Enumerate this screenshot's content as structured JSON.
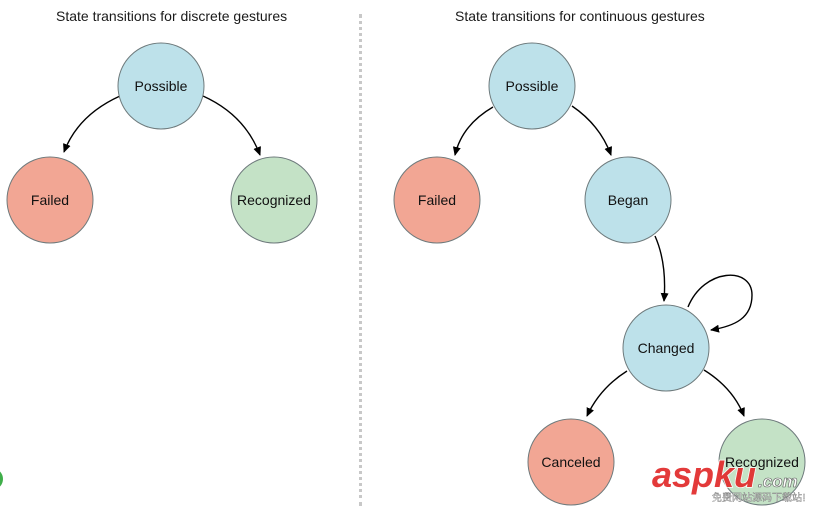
{
  "diagrams": {
    "discrete": {
      "title": "State transitions for discrete gestures",
      "states": {
        "possible": "Possible",
        "failed": "Failed",
        "recognized": "Recognized"
      }
    },
    "continuous": {
      "title": "State transitions for continuous gestures",
      "states": {
        "possible": "Possible",
        "failed": "Failed",
        "began": "Began",
        "changed": "Changed",
        "canceled": "Canceled",
        "recognized": "Recognized"
      }
    }
  },
  "colors": {
    "blue_state": "#bde1ea",
    "red_state": "#f2a694",
    "green_state": "#c4e2c6",
    "stroke": "#6e7a7c",
    "arrow": "#000000",
    "watermark_red": "#e23030"
  },
  "watermark": {
    "brand": "aspku",
    "suffix": ".com",
    "tagline": "免费网站源码下载站!"
  }
}
